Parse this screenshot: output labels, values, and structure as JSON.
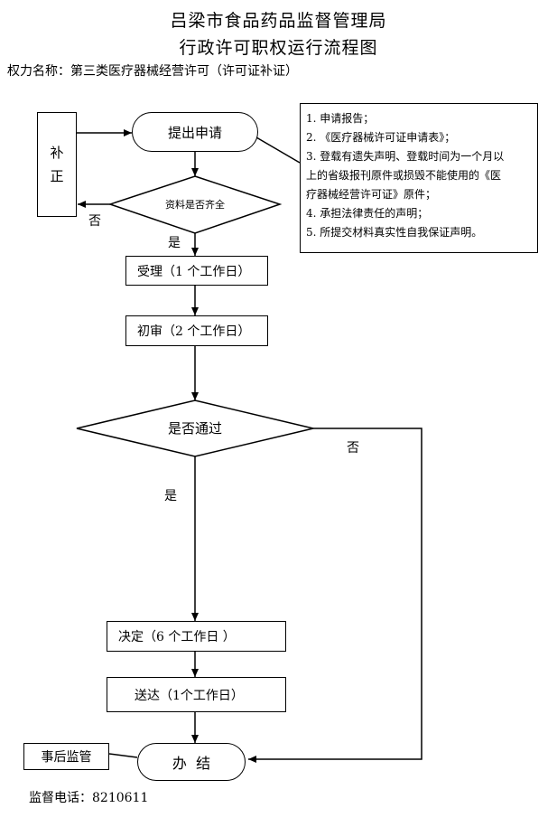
{
  "header": {
    "title_line1": "吕梁市食品药品监督管理局",
    "title_line2": "行政许可职权运行流程图",
    "power_name": "权力名称：第三类医疗器械经营许可（许可证补证）"
  },
  "flow": {
    "supplement": "补\n\n正",
    "submit": "提出申请",
    "check_complete": "资料是否齐全",
    "no_1": "否",
    "yes_1": "是",
    "accept": "受理（1 个工作日）",
    "first_review": "初审（2 个工作日）",
    "pass_check": "是否通过",
    "no_2": "否",
    "yes_2": "是",
    "decision": "决定（6 个工作日 ）",
    "delivery": "送达（1个工作日）",
    "finish": "办  结",
    "post_supervision": "事后监管"
  },
  "materials": [
    "1.  申请报告；",
    "2.  《医疗器械许可证申请表》；",
    "3. 登载有遗失声明、登载时间为一个月以",
    "上的省级报刊原件或损毁不能使用的《医",
    "疗器械经营许可证》原件；",
    "4. 承担法律责任的声明；",
    "5. 所提交材料真实性自我保证声明。"
  ],
  "footer": {
    "phone": "监督电话：8210611"
  }
}
